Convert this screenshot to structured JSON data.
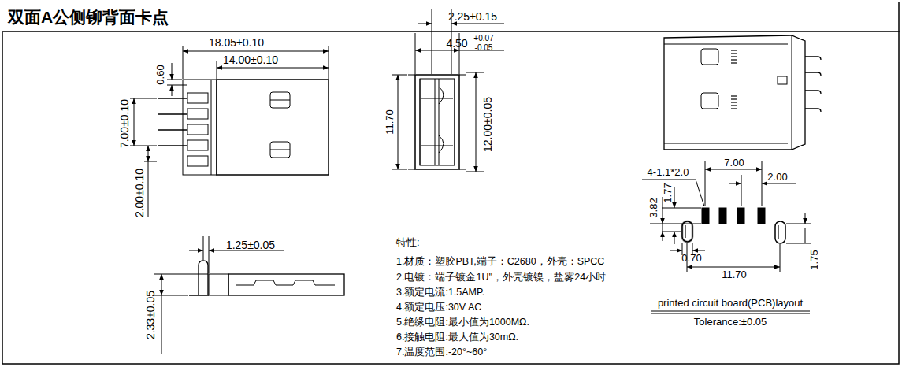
{
  "diagram": {
    "title": "双面A公侧铆背面卡点",
    "labels": [
      "18.05±0.10",
      "14.00±0.10",
      "0.60",
      "7.00±0.10",
      "2.00±0.10",
      "2.25±0.15",
      "4.50",
      "+0.07",
      "-0.05",
      "11.70",
      "12.00±0.05",
      "1.25±0.05",
      "2.33±0.05",
      "特性:",
      "1.材质：塑胶PBT,端子：C2680，外壳：SPCC",
      "2.电镀：端子镀金1U''，外壳镀镍，盐雾24小时",
      "3.额定电流:1.5AMP.",
      "4.额定电压:30V AC",
      "5.绝缘电阻:最小值为1000MΩ.",
      "6.接触电阻:最大值为30mΩ.",
      "7.温度范围:-20°~60°",
      "4-1.1*2.0",
      "7.00",
      "2.00",
      "1.77",
      "3.82",
      "0.70",
      "11.70",
      "1.75",
      "printed circuit board(PCB)layout",
      "Tolerance:±0.05"
    ]
  }
}
